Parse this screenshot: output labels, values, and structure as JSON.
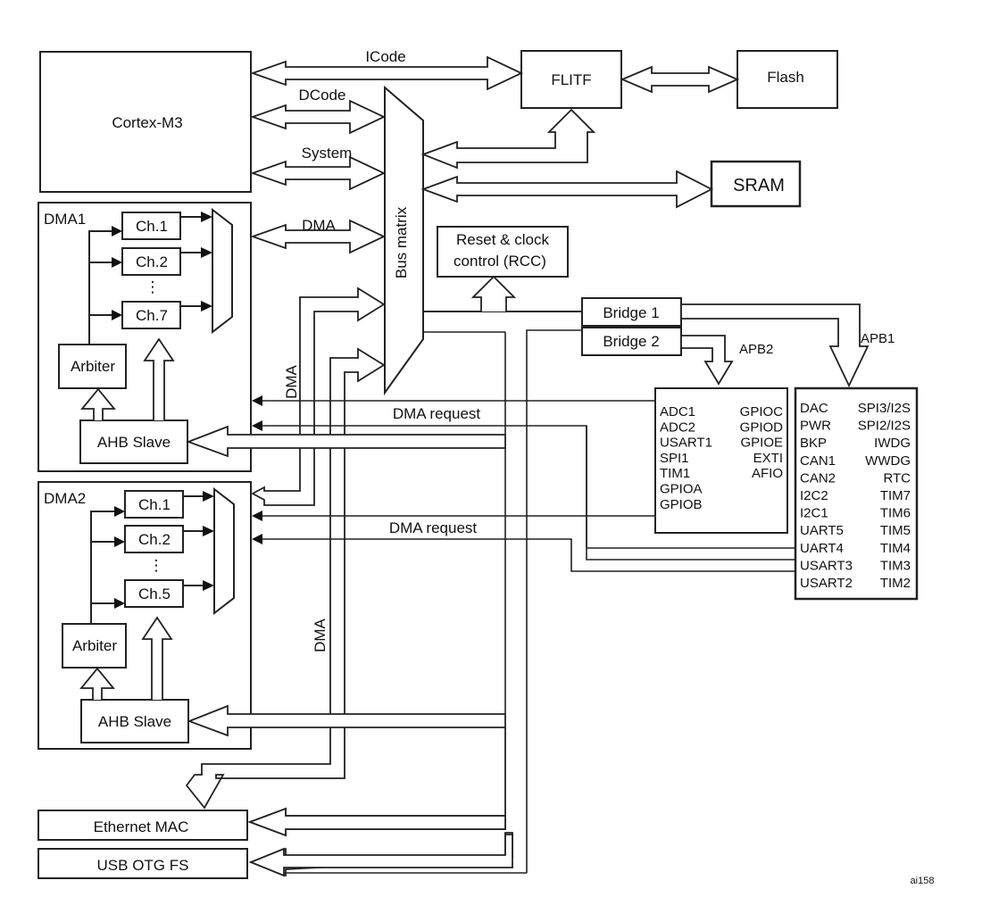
{
  "blocks": {
    "cortex": "Cortex-M3",
    "flitf": "FLITF",
    "flash": "Flash",
    "sram": "SRAM",
    "rcc_line1": "Reset & clock",
    "rcc_line2": "control (RCC)",
    "bus_matrix": "Bus matrix",
    "bridge1": "Bridge  1",
    "bridge2": "Bridge  2",
    "ethernet": "Ethernet MAC",
    "usb": "USB OTG FS"
  },
  "buses": {
    "icode": "ICode",
    "dcode": "DCode",
    "system": "System",
    "dma": "DMA",
    "dma_vertical_1": "DMA",
    "dma_vertical_2": "DMA",
    "apb1": "APB1",
    "apb2": "APB2",
    "dma_request_1": "DMA request",
    "dma_request_2": "DMA request"
  },
  "dma1": {
    "title": "DMA1",
    "ch_a": "Ch.1",
    "ch_b": "Ch.2",
    "ch_c": "Ch.7",
    "arbiter": "Arbiter",
    "ahb": "AHB Slave"
  },
  "dma2": {
    "title": "DMA2",
    "ch_a": "Ch.1",
    "ch_b": "Ch.2",
    "ch_c": "Ch.5",
    "arbiter": "Arbiter",
    "ahb": "AHB Slave"
  },
  "apb2_peripherals": {
    "left": [
      "ADC1",
      "ADC2",
      "USART1",
      "SPI1",
      "TIM1",
      "GPIOA",
      "GPIOB"
    ],
    "right": [
      "GPIOC",
      "GPIOD",
      "GPIOE",
      "EXTI",
      "AFIO"
    ]
  },
  "apb1_peripherals": {
    "left": [
      "DAC",
      "PWR",
      "BKP",
      "CAN1",
      "CAN2",
      "I2C2",
      "I2C1",
      "UART5",
      "UART4",
      "USART3",
      "USART2"
    ],
    "right": [
      "SPI3/I2S",
      "SPI2/I2S",
      "IWDG",
      "WWDG",
      "RTC",
      "TIM7",
      "TIM6",
      "TIM5",
      "TIM4",
      "TIM3",
      "TIM2"
    ]
  },
  "figure_id": "ai158"
}
